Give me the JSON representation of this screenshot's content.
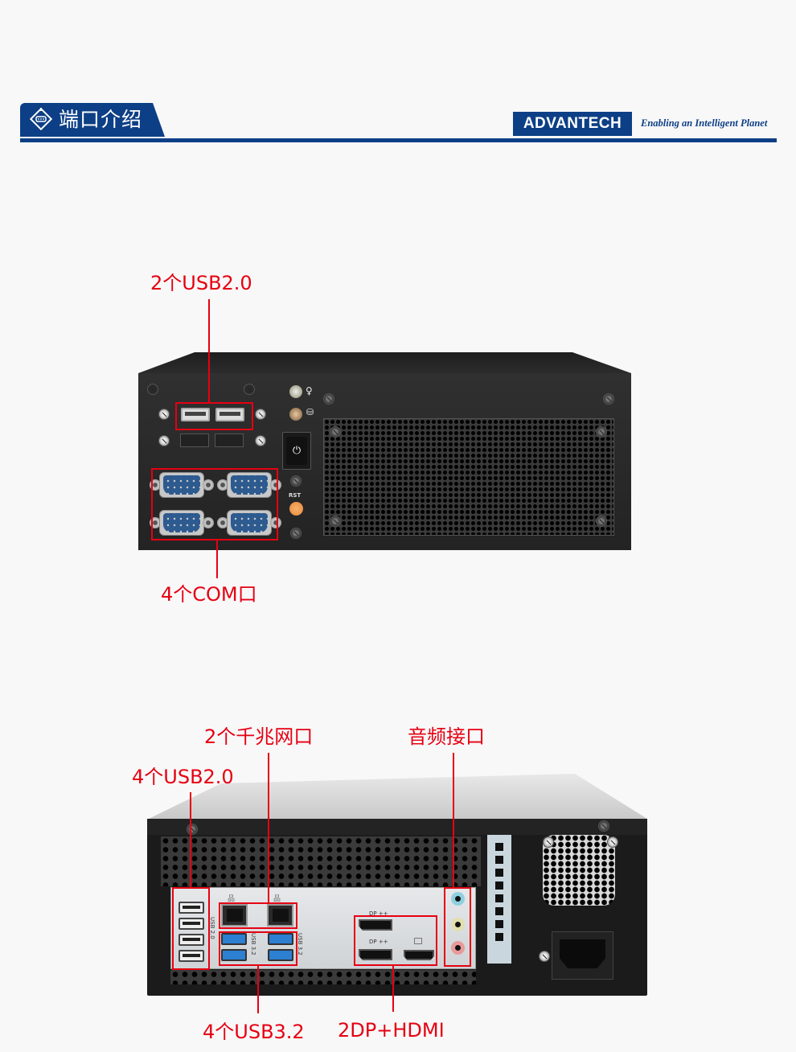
{
  "header": {
    "section_icon": "port-connector-icon",
    "title": "端口介绍",
    "brand_logo": "ADVANTECH",
    "brand_slogan": "Enabling an Intelligent Planet",
    "accent_color": "#0d3f86"
  },
  "front_panel": {
    "callouts": [
      {
        "id": "front-usb",
        "label": "2个USB2.0"
      },
      {
        "id": "front-com",
        "label": "4个COM口"
      }
    ],
    "indicators": [
      {
        "name": "power-led",
        "glyph": "lightbulb-icon"
      },
      {
        "name": "hdd-led",
        "glyph": "hdd-icon"
      }
    ],
    "power_glyph": "⏻",
    "reset_label": "RST"
  },
  "rear_panel": {
    "callouts": [
      {
        "id": "rear-lan",
        "label": "2个千兆网口"
      },
      {
        "id": "rear-audio",
        "label": "音频接口"
      },
      {
        "id": "rear-usb2",
        "label": "4个USB2.0"
      },
      {
        "id": "rear-usb3",
        "label": "4个USB3.2"
      },
      {
        "id": "rear-display",
        "label": "2DP+HDMI"
      }
    ],
    "io_labels": {
      "usb2": "USB 2.0",
      "usb3_a": "USB 3.2",
      "usb3_b": "USB 3.2",
      "dp1": "DP ++",
      "dp2": "DP ++"
    }
  },
  "colors": {
    "callout": "#e60012",
    "background": "#f8f8f8",
    "chassis": "#232323"
  }
}
